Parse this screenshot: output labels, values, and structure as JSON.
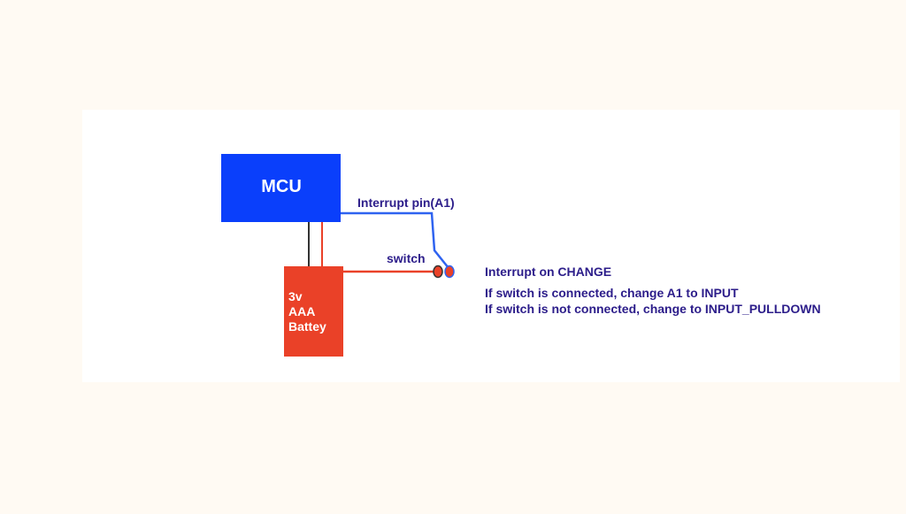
{
  "diagram": {
    "components": {
      "mcu": {
        "label": "MCU",
        "color": "#0a3ffb"
      },
      "battery": {
        "lines": [
          "3v",
          "AAA",
          "Battey"
        ],
        "color": "#ea4128"
      }
    },
    "labels": {
      "interrupt_pin": "Interrupt pin(A1)",
      "switch": "switch"
    },
    "notes": {
      "title": "Interrupt on CHANGE",
      "rules": [
        "If switch is connected, change A1 to INPUT",
        "If switch is not connected, change to INPUT_PULLDOWN"
      ]
    },
    "colors": {
      "page_background": "#fffaf3",
      "canvas_background": "#ffffff",
      "wire_signal": "#2f63f0",
      "wire_power": "#ea4128",
      "wire_ground": "#333333",
      "text": "#2c1d8a"
    }
  }
}
